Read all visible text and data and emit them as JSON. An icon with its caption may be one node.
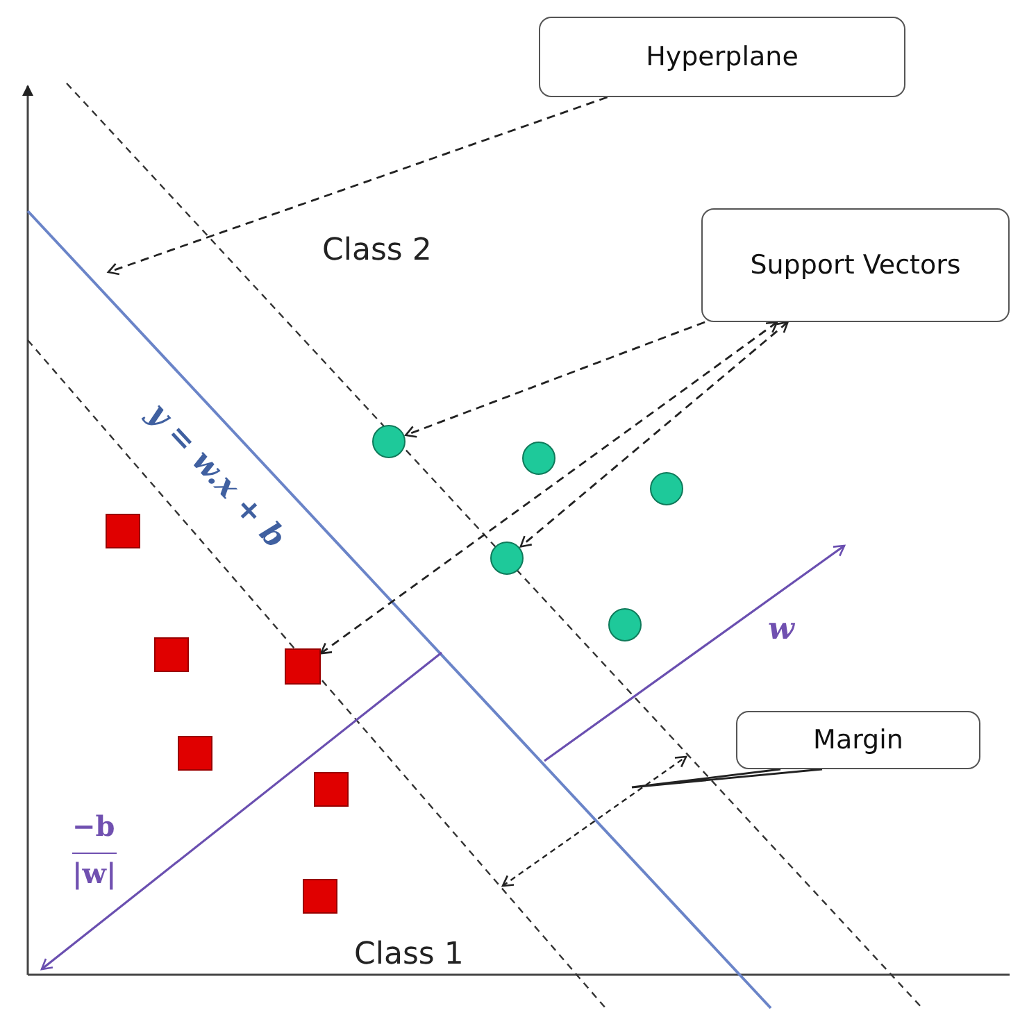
{
  "diagram": {
    "nodes": [
      {
        "text": [
          "Hyperplane"
        ]
      },
      {
        "text": [
          "Support Vectors"
        ]
      },
      {
        "text": [
          "Margin"
        ]
      },
      {
        "text": [],
        "shape": "circle"
      },
      {
        "text": [],
        "shape": "circle"
      },
      {
        "text": [],
        "shape": "circle"
      },
      {
        "text": [],
        "shape": "box"
      },
      {
        "text": [],
        "shape": "circle"
      },
      {
        "text": [],
        "shape": "circle"
      },
      {
        "text": [],
        "shape": "box"
      },
      {
        "text": [],
        "shape": "box"
      },
      {
        "text": [],
        "shape": "box"
      },
      {
        "text": [],
        "shape": "box"
      },
      {
        "text": [],
        "shape": "box"
      }
    ],
    "edges": [
      {
        "from": 0,
        "to": null,
        "arrow": "to",
        "style": "dashed"
      },
      {
        "from": 1,
        "to": 3,
        "arrow": "to",
        "style": "dashed"
      },
      {
        "from": 1,
        "to": 7,
        "arrow": "both",
        "style": "dashed"
      },
      {
        "from": 1,
        "to": 10,
        "arrow": "both",
        "style": "dashed"
      },
      {
        "from": 2,
        "to": null,
        "arrow": "none"
      }
    ],
    "labels": [
      "Class 2",
      "y = w.x + b",
      "w",
      "−b",
      "|w|",
      "Class 1"
    ]
  }
}
